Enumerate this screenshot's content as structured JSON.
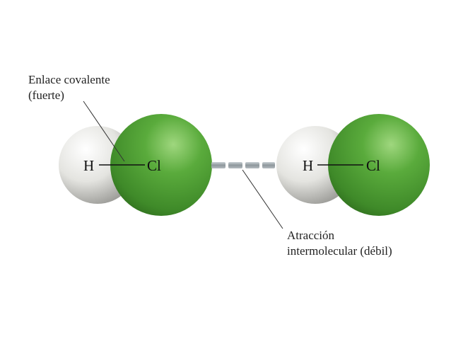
{
  "labels": {
    "covalent_line1": "Enlace covalente",
    "covalent_line2": "(fuerte)",
    "attraction_line1": "Atracción",
    "attraction_line2": "intermolecular (débil)"
  },
  "molecules": [
    {
      "atom1": "H",
      "atom2": "Cl"
    },
    {
      "atom1": "H",
      "atom2": "Cl"
    }
  ],
  "colors": {
    "hydrogen": "#e6e6e2",
    "chlorine": "#4f9a34",
    "attraction_dash": "#9aa3a8",
    "text": "#222222"
  }
}
